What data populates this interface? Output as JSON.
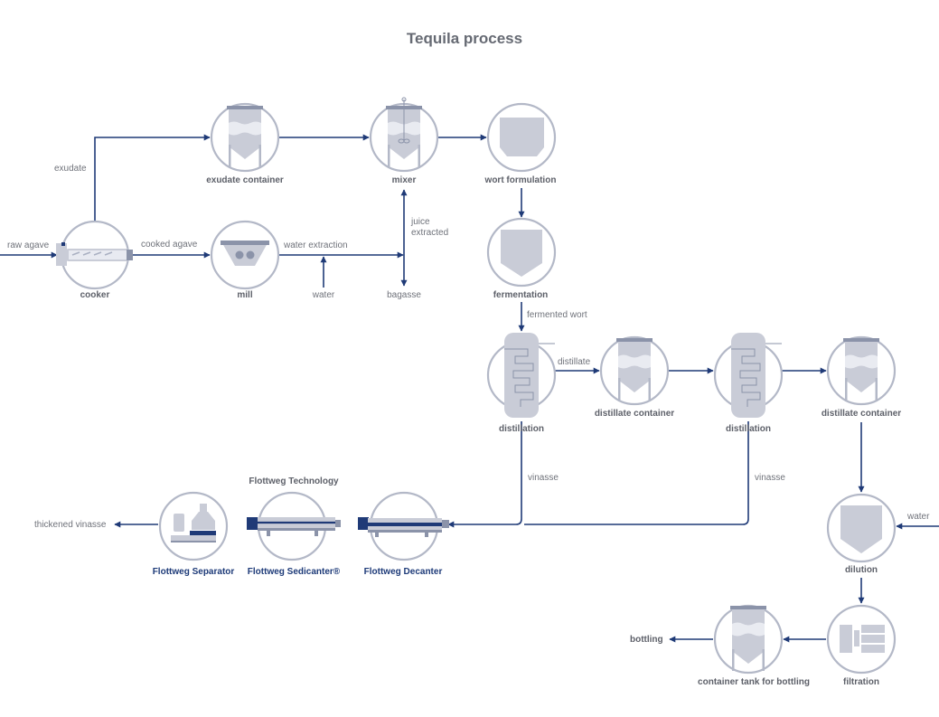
{
  "title": "Tequila process",
  "colors": {
    "flow_line": "#1f3a77",
    "equipment_ring": "#b3b8c7",
    "equipment_fill": "#c9ccd7",
    "text": "#5d6069",
    "flottweg_text": "#1d3a78"
  },
  "equipment": {
    "cooker": "cooker",
    "mill": "mill",
    "exudate_container": "exudate container",
    "mixer": "mixer",
    "wort_formulation": "wort formulation",
    "fermentation": "fermentation",
    "distillation_1": "distillation",
    "distillate_container_1": "distillate container",
    "distillation_2": "distillation",
    "distillate_container_2": "distillate container",
    "dilution": "dilution",
    "filtration": "filtration",
    "container_tank": "container tank for bottling",
    "bottling": "bottling"
  },
  "flottweg": {
    "group_title": "Flottweg Technology",
    "separator": "Flottweg Separator",
    "sedicanter": "Flottweg Sedicanter®",
    "decanter": "Flottweg Decanter"
  },
  "streams": {
    "raw_agave": "raw agave",
    "cooked_agave": "cooked agave",
    "exudate": "exudate",
    "water_extraction": "water extraction",
    "water_mill": "water",
    "juice_extracted_1": "juice",
    "juice_extracted_2": "extracted",
    "bagasse": "bagasse",
    "fermented_wort": "fermented wort",
    "distillate": "distillate",
    "vinasse_1": "vinasse",
    "vinasse_2": "vinasse",
    "water_dilution": "water",
    "thickened_vinasse": "thickened vinasse"
  }
}
